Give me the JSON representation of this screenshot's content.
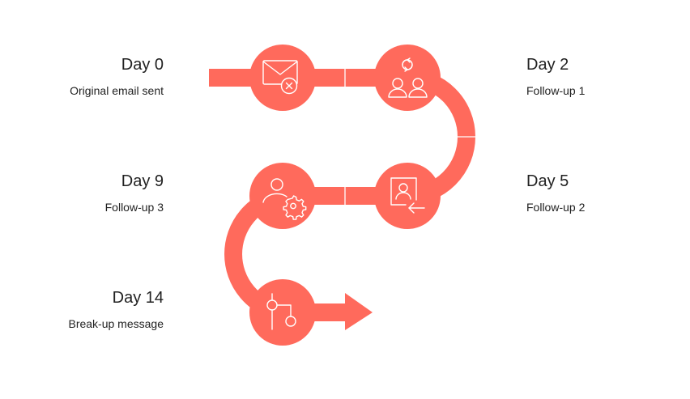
{
  "steps": [
    {
      "day": "Day 0",
      "description": "Original email sent",
      "icon": "email-cancel-icon"
    },
    {
      "day": "Day 2",
      "description": "Follow-up 1",
      "icon": "people-refresh-icon"
    },
    {
      "day": "Day 5",
      "description": "Follow-up 2",
      "icon": "contact-card-return-icon"
    },
    {
      "day": "Day 9",
      "description": "Follow-up 3",
      "icon": "user-settings-icon"
    },
    {
      "day": "Day 14",
      "description": "Break-up message",
      "icon": "flow-branch-icon"
    }
  ],
  "colors": {
    "path": "#FF6A5C",
    "icon_stroke": "#ffffff",
    "text": "#222222",
    "background": "#ffffff"
  }
}
